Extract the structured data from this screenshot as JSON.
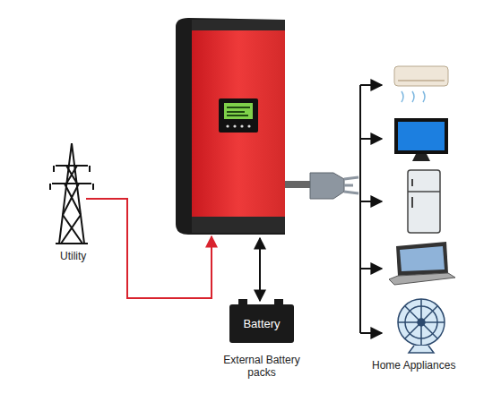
{
  "diagram": {
    "nodes": [
      {
        "text": [
          "Battery",
          "External Battery packs"
        ]
      }
    ],
    "labels": [
      "Utility",
      "Home Appliances"
    ]
  }
}
